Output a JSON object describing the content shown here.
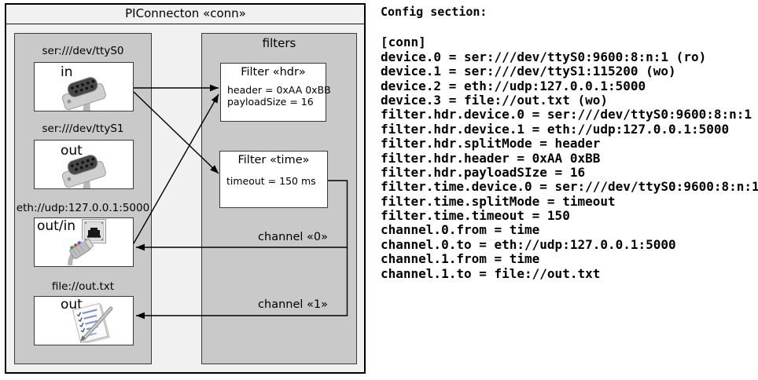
{
  "diagram": {
    "title": "PIConnecton «conn»",
    "filters_panel_title": "filters",
    "devices": [
      {
        "url": "ser:///dev/ttyS0",
        "port": "in",
        "icon": "serial-connector-icon"
      },
      {
        "url": "ser:///dev/ttyS1",
        "port": "out",
        "icon": "serial-connector-icon"
      },
      {
        "url": "eth://udp:127.0.0.1:5000",
        "port": "out/in",
        "icon": "ethernet-connector-icon"
      },
      {
        "url": "file://out.txt",
        "port": "out",
        "icon": "notepad-icon"
      }
    ],
    "filters": [
      {
        "title": "Filter «hdr»",
        "attrs": [
          "header = 0xAA 0xBB",
          "payloadSize = 16"
        ]
      },
      {
        "title": "Filter «time»",
        "attrs": [
          "timeout = 150 ms"
        ]
      }
    ],
    "channels": [
      {
        "label": "channel «0»"
      },
      {
        "label": "channel «1»"
      }
    ]
  },
  "config": {
    "heading": "Config section:",
    "lines": [
      "[conn]",
      "device.0 = ser:///dev/ttyS0:9600:8:n:1 (ro)",
      "device.1 = ser:///dev/ttyS1:115200 (wo)",
      "device.2 = eth://udp:127.0.0.1:5000",
      "device.3 = file://out.txt (wo)",
      "filter.hdr.device.0 = ser:///dev/ttyS0:9600:8:n:1",
      "filter.hdr.device.1 = eth://udp:127.0.0.1:5000",
      "filter.hdr.splitMode = header",
      "filter.hdr.header = 0xAA 0xBB",
      "filter.hdr.payloadSIze = 16",
      "filter.time.device.0 = ser:///dev/ttyS0:9600:8:n:1",
      "filter.time.splitMode = timeout",
      "filter.time.timeout = 150",
      "channel.0.from = time",
      "channel.0.to = eth://udp:127.0.0.1:5000",
      "channel.1.from = time",
      "channel.1.to = file://out.txt"
    ]
  },
  "colors": {
    "outer_fill": "#f1f1f1",
    "panel_fill": "#c9c9c9",
    "box_fill": "#ffffff",
    "line": "#000000",
    "text": "#000000"
  }
}
